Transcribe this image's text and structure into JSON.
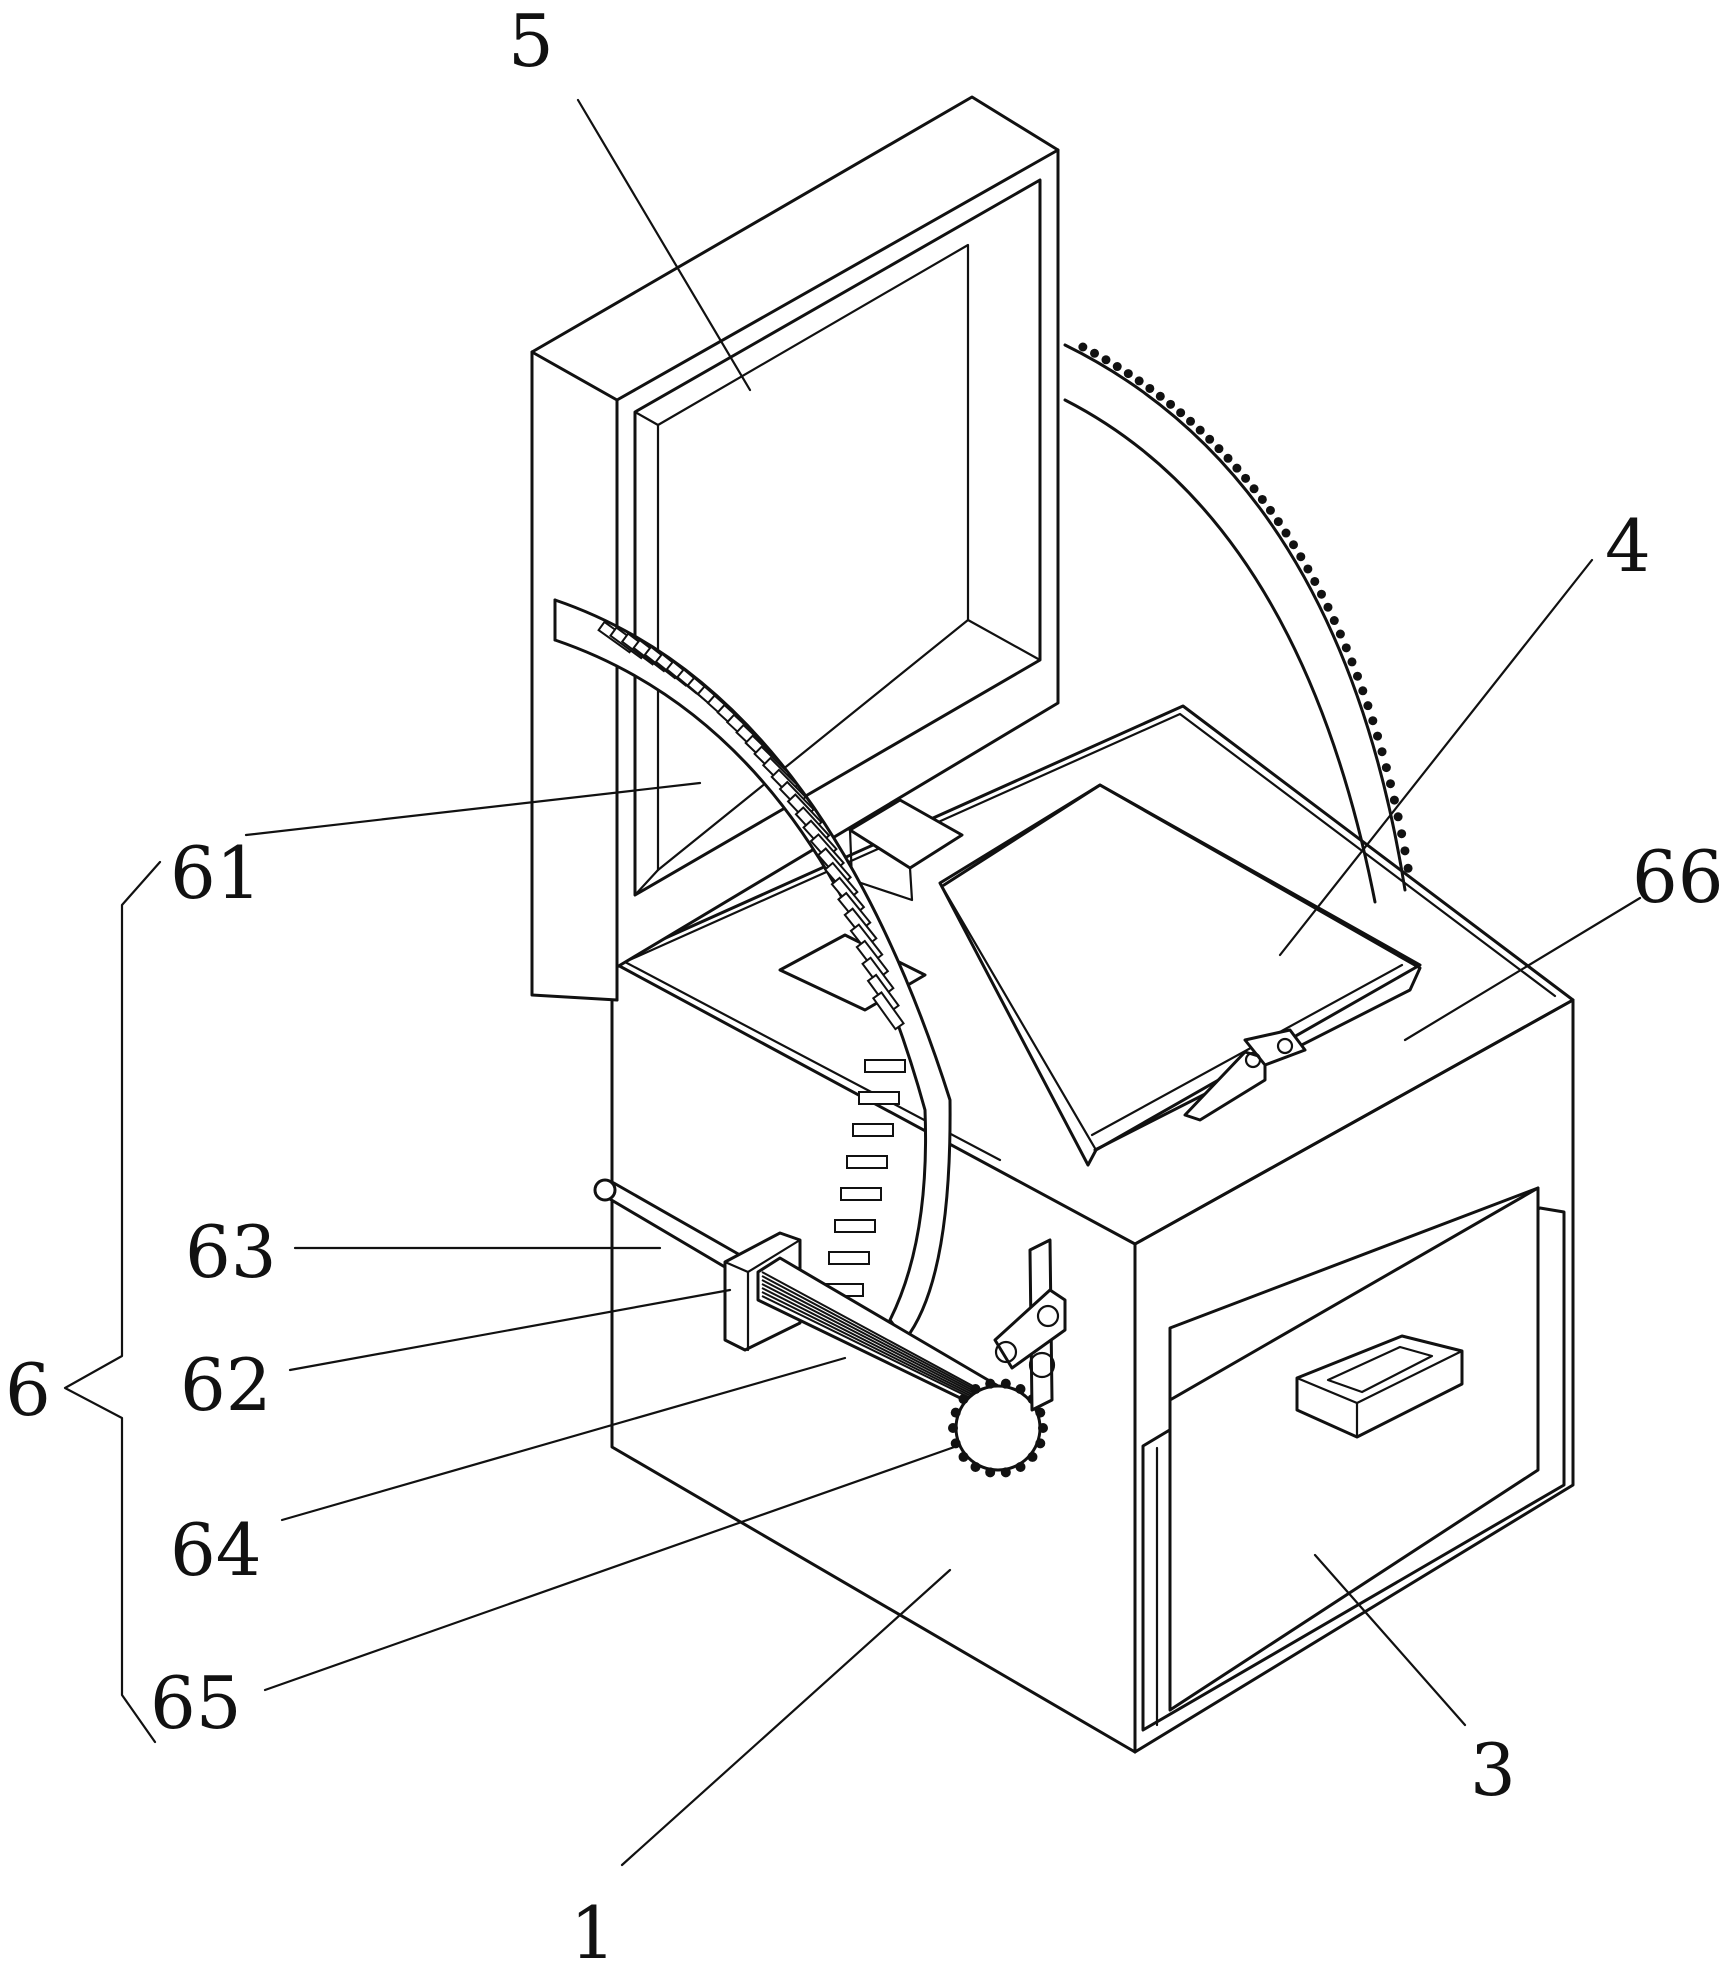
{
  "labels": {
    "l1": "1",
    "l3": "3",
    "l4": "4",
    "l5": "5",
    "l6": "6",
    "l61": "61",
    "l62": "62",
    "l63": "63",
    "l64": "64",
    "l65": "65",
    "l66": "66"
  },
  "colors": {
    "line": "#111111",
    "background": "#ffffff"
  }
}
